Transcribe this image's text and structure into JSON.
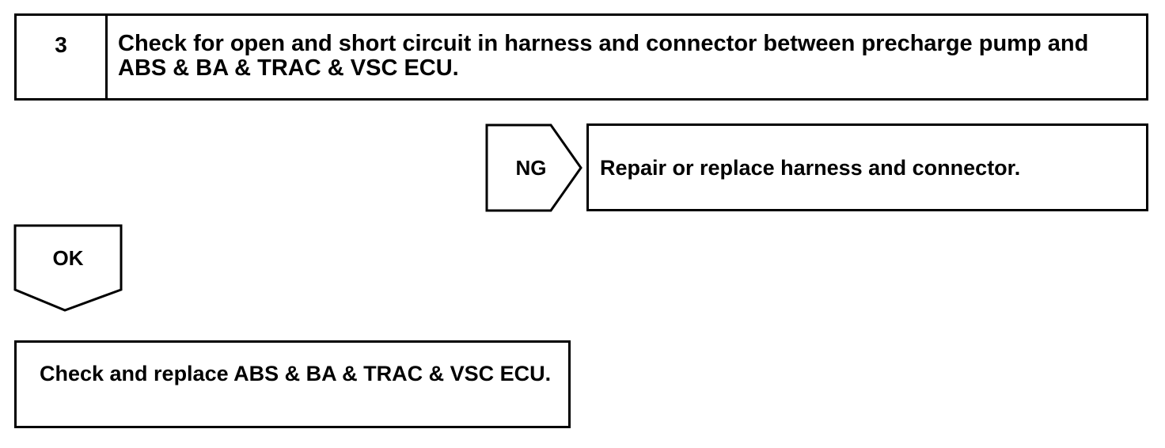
{
  "step": {
    "number": "3",
    "text": "Check for open and short circuit in harness and connector between precharge pump and ABS & BA & TRAC & VSC ECU."
  },
  "ng_branch": {
    "label": "NG",
    "result": "Repair or replace harness and connector."
  },
  "ok_branch": {
    "label": "OK",
    "result": "Check and replace ABS & BA & TRAC & VSC ECU."
  }
}
